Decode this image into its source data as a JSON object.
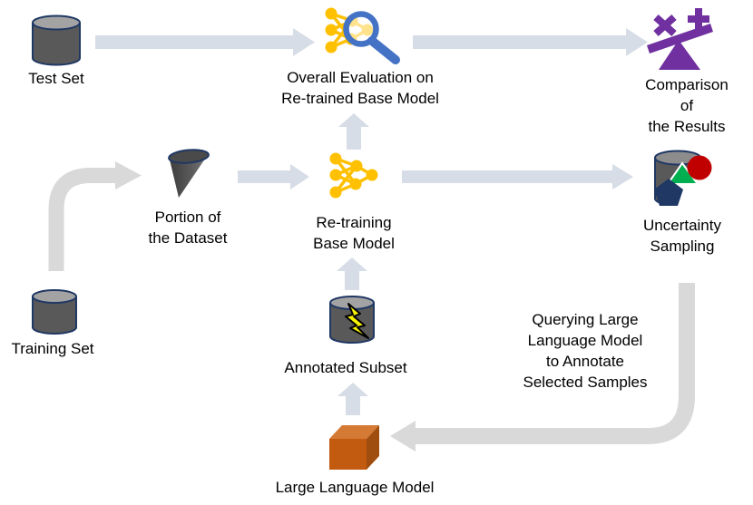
{
  "diagram_type": "flowchart",
  "nodes": {
    "test_set": {
      "label": "Test Set",
      "icon": "database-cylinder-icon"
    },
    "overall_evaluation": {
      "label": "Overall Evaluation on\nRe-trained Base Model",
      "icon": "neural-network-magnifier-icon"
    },
    "comparison_results": {
      "label": "Comparison of\nthe Results",
      "icon": "tilted-balance-icon"
    },
    "portion_dataset": {
      "label": "Portion of\nthe Dataset",
      "icon": "data-cone-icon"
    },
    "retraining_base_model": {
      "label": "Re-training\nBase Model",
      "icon": "neural-network-icon"
    },
    "uncertainty_sampling": {
      "label": "Uncertainty\nSampling",
      "icon": "cylinder-with-shapes-icon"
    },
    "training_set": {
      "label": "Training Set",
      "icon": "database-cylinder-icon"
    },
    "annotated_subset": {
      "label": "Annotated Subset",
      "icon": "cylinder-lightning-icon"
    },
    "large_language_model": {
      "label": "Large Language Model",
      "icon": "orange-cube-icon"
    },
    "query_annotation": {
      "label": "Querying Large\nLanguage Model\nto Annotate\nSelected Samples",
      "icon": "none"
    }
  },
  "edges": [
    {
      "from": "test_set",
      "to": "overall_evaluation"
    },
    {
      "from": "overall_evaluation",
      "to": "comparison_results"
    },
    {
      "from": "training_set",
      "to": "portion_dataset"
    },
    {
      "from": "portion_dataset",
      "to": "retraining_base_model"
    },
    {
      "from": "retraining_base_model",
      "to": "overall_evaluation"
    },
    {
      "from": "retraining_base_model",
      "to": "uncertainty_sampling"
    },
    {
      "from": "uncertainty_sampling",
      "to": "large_language_model",
      "via": "query_annotation"
    },
    {
      "from": "large_language_model",
      "to": "annotated_subset"
    },
    {
      "from": "annotated_subset",
      "to": "retraining_base_model"
    }
  ],
  "colors": {
    "arrow_blue_gray": "#D7DDE6",
    "arrow_gray": "#D9D9D9",
    "network_yellow": "#FFC000",
    "magnifier_blue": "#4472C4",
    "balance_purple": "#7030A0",
    "cylinder_body_gray": "#595959",
    "cylinder_top_gray": "#A3A3A3",
    "cylinder_outline_navy": "#1F3864",
    "triangle_green": "#00B050",
    "circle_red": "#C00000",
    "pentagon_navy": "#1F3864",
    "bolt_yellow": "#F5F000",
    "cube_front_orange": "#C25A10",
    "cube_top_orange": "#D47A35",
    "cube_right_orange": "#A04E0F"
  }
}
